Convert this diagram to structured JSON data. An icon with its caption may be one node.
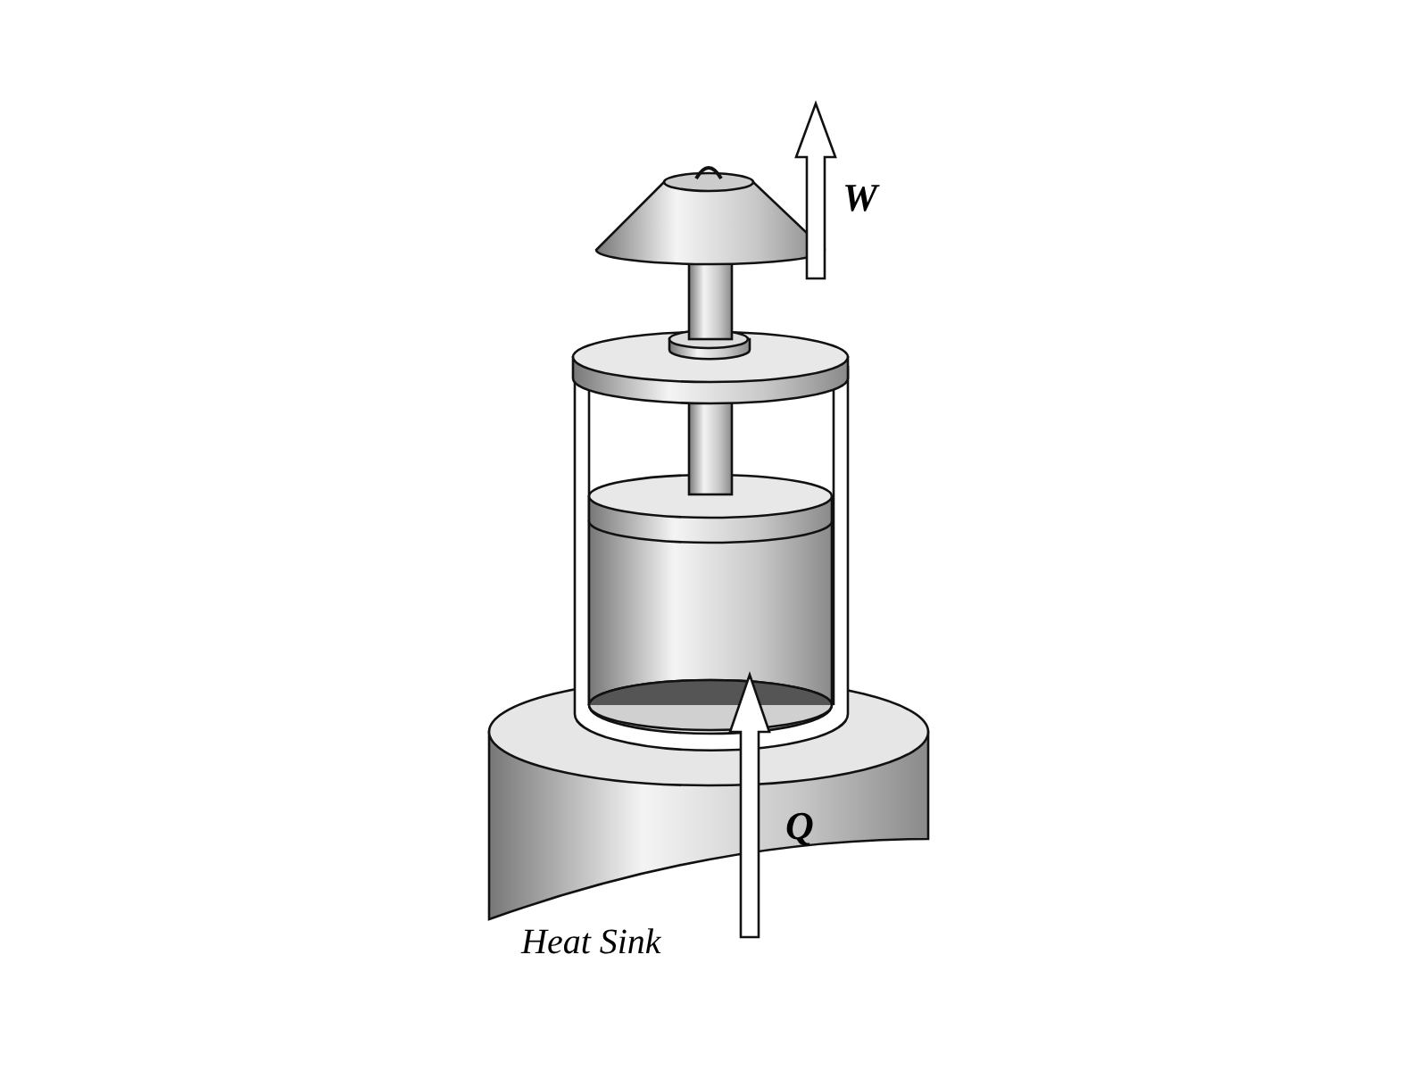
{
  "diagram": {
    "labels": [
      "W",
      "Q",
      "Heat Sink"
    ]
  }
}
